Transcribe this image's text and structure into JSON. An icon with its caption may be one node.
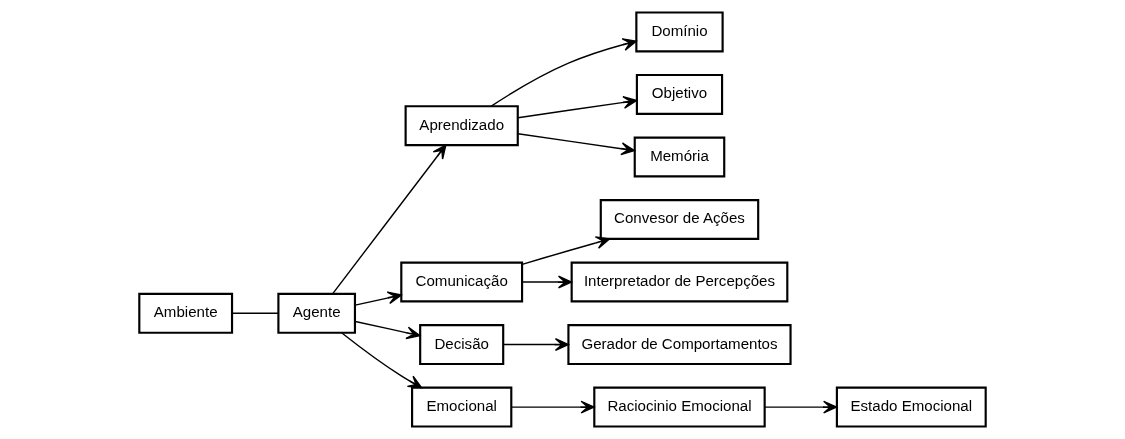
{
  "diagram": {
    "nodes": [
      {
        "text": [
          "Convesor de Ações"
        ]
      },
      {
        "text": [
          "Aprendizado"
        ]
      },
      {
        "text": [
          "Domínio"
        ]
      },
      {
        "text": [
          "Interpretador de Percepções"
        ]
      },
      {
        "text": [
          "Comunicação"
        ]
      },
      {
        "text": [
          "Objetivo"
        ]
      },
      {
        "text": [
          "Memória"
        ]
      },
      {
        "text": [
          "Ambiente"
        ]
      },
      {
        "text": [
          "Estado Emocional"
        ]
      },
      {
        "text": [
          "Decisão"
        ]
      },
      {
        "text": [
          "Agente"
        ]
      },
      {
        "text": [
          "Emocional"
        ]
      },
      {
        "text": [
          "Raciocinio Emocional"
        ]
      },
      {
        "text": [
          "Gerador de Comportamentos"
        ]
      }
    ],
    "edges": [
      {
        "from": 10,
        "to": 1,
        "arrow": "to"
      },
      {
        "from": 1,
        "to": 2,
        "arrow": "to"
      },
      {
        "from": 1,
        "to": 5,
        "arrow": "to"
      },
      {
        "from": 1,
        "to": 6,
        "arrow": "to"
      },
      {
        "from": 10,
        "to": 4,
        "arrow": "to"
      },
      {
        "from": 4,
        "to": 0,
        "arrow": "to"
      },
      {
        "from": 4,
        "to": 3,
        "arrow": "to"
      },
      {
        "from": 7,
        "to": 10,
        "arrow": "none"
      },
      {
        "from": 10,
        "to": 9,
        "arrow": "to"
      },
      {
        "from": 9,
        "to": 13,
        "arrow": "to"
      },
      {
        "from": 10,
        "to": 11,
        "arrow": "to"
      },
      {
        "from": 11,
        "to": 12,
        "arrow": "to"
      },
      {
        "from": 12,
        "to": 8,
        "arrow": "to"
      }
    ]
  }
}
